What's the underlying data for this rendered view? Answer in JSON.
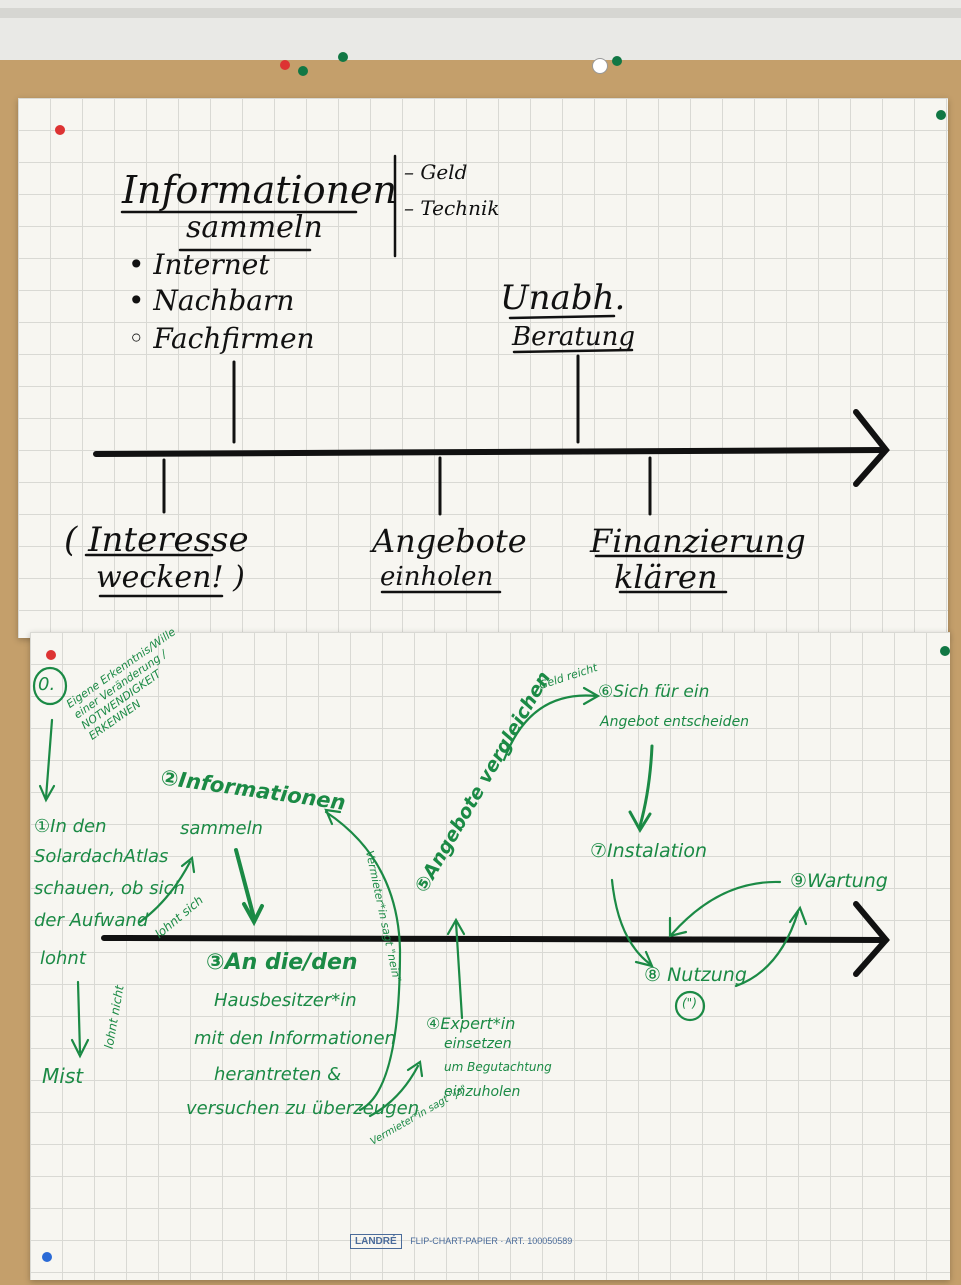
{
  "top_chart": {
    "title_line1": "Informationen",
    "title_line2": "sammeln",
    "side_items": [
      "Geld",
      "Technik"
    ],
    "bullets": [
      "Internet",
      "Nachbarn",
      "Fachfirmen"
    ],
    "above_right_line1": "Unabh.",
    "above_right_line2": "Beratung",
    "below_1_line1": "Interesse",
    "below_1_line2": "wecken!",
    "below_2_line1": "Angebote",
    "below_2_line2": "einholen",
    "below_3_line1": "Finanzierung",
    "below_3_line2": "klären"
  },
  "bottom_chart": {
    "step0": "Eigene Erkenntnis/Wille einer Veränderung / NOTWENDIGKEIT ERKENNEN",
    "step0_num": "0.",
    "step1": [
      "①In den",
      "SolardachAtlas",
      "schauen, ob sich",
      "der Aufwand",
      "lohnt"
    ],
    "lohnt_sich": "lohnt sich",
    "lohnt_nicht": "lohnt nicht",
    "mist": "Mist",
    "step2": [
      "②Informationen",
      "sammeln"
    ],
    "step3": [
      "③An die/den",
      "Hausbesitzer*in",
      "mit den Informationen",
      "herantreten &",
      "versuchen zu überzeugen"
    ],
    "vermieter_nein": "Vermieter*in sagt \"nein\"",
    "vermieter_ja": "Vermieter*in sagt \"ja\"",
    "step4": [
      "④Expert*in",
      "einsetzen",
      "um Begutachtung",
      "einzuholen"
    ],
    "step5": "⑤Angebote vergleichen",
    "geld_reicht": "Geld reicht",
    "step6": [
      "⑥Sich für ein",
      "Angebot entscheiden"
    ],
    "step7": "⑦Instalation",
    "step8": "⑧ Nutzung",
    "step9": "⑨Wartung",
    "smiley": "(\")"
  },
  "footer": {
    "brand": "LANDRÉ",
    "text": "FLIP-CHART-PAPIER · ART. 100050589"
  },
  "colors": {
    "ink_black": "#111111",
    "ink_green": "#1b8a45",
    "paper": "#f7f6f1",
    "cork": "#c49f6b"
  }
}
